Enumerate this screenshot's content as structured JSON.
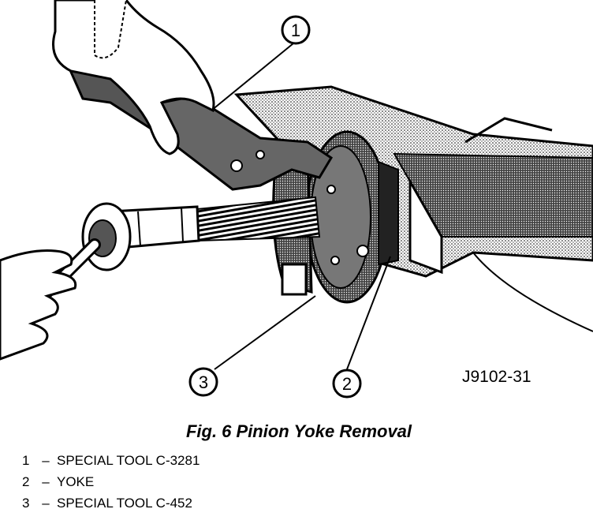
{
  "figure": {
    "callouts": [
      {
        "number": "1"
      },
      {
        "number": "2"
      },
      {
        "number": "3"
      }
    ],
    "code": "J9102-31"
  },
  "caption": "Fig. 6 Pinion Yoke Removal",
  "legend": [
    {
      "number": "1",
      "dash": "–",
      "text": "SPECIAL TOOL C-3281"
    },
    {
      "number": "2",
      "dash": "–",
      "text": "YOKE"
    },
    {
      "number": "3",
      "dash": "–",
      "text": "SPECIAL TOOL C-452"
    }
  ]
}
